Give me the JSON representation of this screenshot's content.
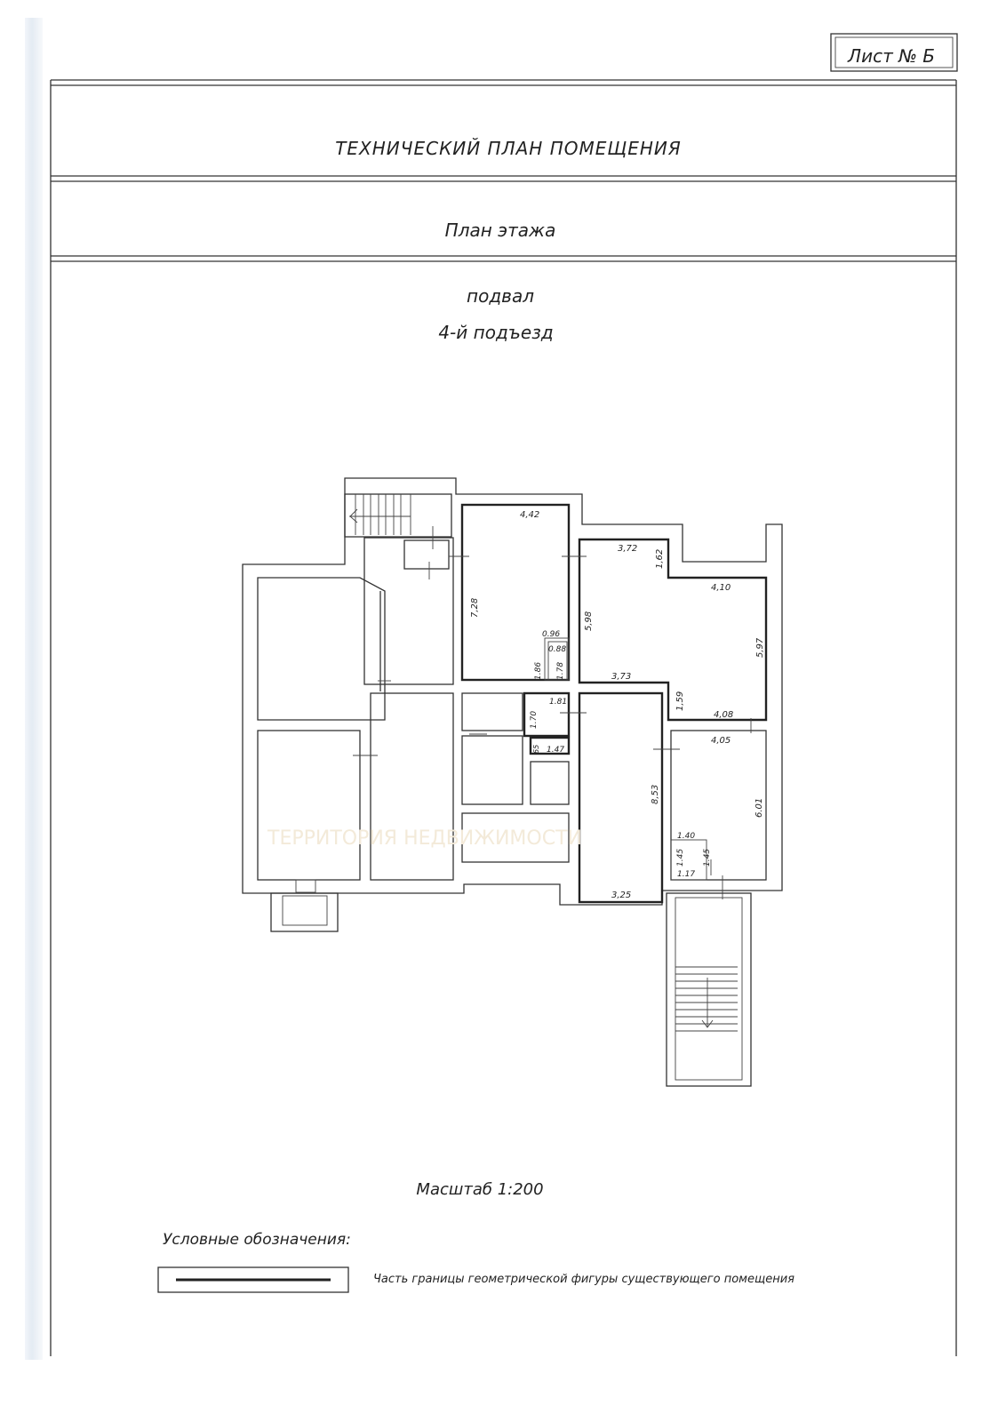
{
  "sheet": {
    "label": "Лист № Б"
  },
  "header": {
    "title": "ТЕХНИЧЕСКИЙ ПЛАН ПОМЕЩЕНИЯ",
    "subtitle": "План этажа"
  },
  "plan": {
    "floor": "подвал",
    "entrance": "4-й подъезд",
    "watermark": "ТЕРРИТОРИЯ НЕДВИЖИМОСТИ",
    "dimensions": {
      "room_a_width": "4,42",
      "room_a_height": "7,28",
      "wc_outer_width": "0.96",
      "wc_inner_width": "0.88",
      "wc_outer_height": "1.86",
      "wc_inner_height": "1.78",
      "room_b_top": "3,72",
      "room_b_step": "1,62",
      "room_b_left": "5,98",
      "room_b_right_top": "4,10",
      "room_b_right": "5,97",
      "room_b_bottom": "3,73",
      "room_b_notch": "1,59",
      "room_b_bottom_right": "4,08",
      "small_room_width": "1.81",
      "small_room_height": "1.70",
      "niche_height": "65",
      "niche_width": "1.47",
      "room_c_height": "8,53",
      "room_c_width": "3,25",
      "room_d_top": "4,05",
      "room_d_right": "6.01",
      "closet_top": "1.40",
      "closet_left": "1.45",
      "closet_right": "1.45",
      "closet_bottom": "1.17"
    }
  },
  "footer": {
    "scale": "Масштаб 1:200",
    "legend_title": "Условные обозначения:",
    "legend_item": "Часть границы геометрической фигуры существующего помещения"
  }
}
